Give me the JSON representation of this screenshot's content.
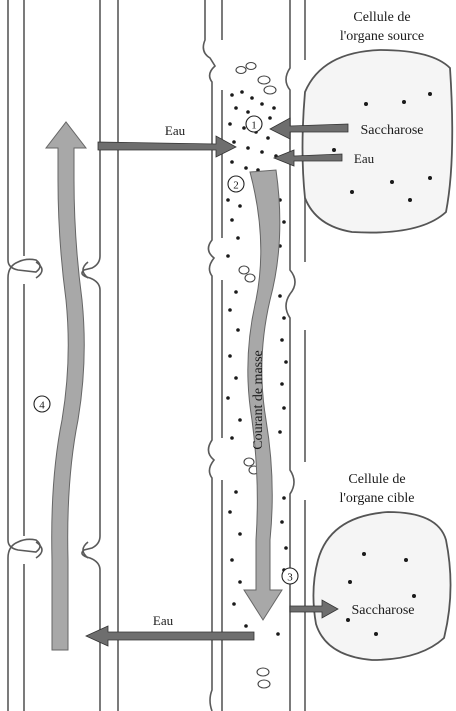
{
  "labels": {
    "source_cell": [
      "Cellule de",
      "l'organe source"
    ],
    "target_cell": [
      "Cellule de",
      "l'organe cible"
    ],
    "water_top": "Eau",
    "water_right": "Eau",
    "sucrose_top": "Saccharose",
    "sucrose_bottom": "Saccharose",
    "water_bottom": "Eau",
    "mass_flow": "Courant de masse",
    "step1": "1",
    "step2": "2",
    "step3": "3",
    "step4": "4"
  },
  "colors": {
    "arrow_dark": "#6e6e6e",
    "arrow_light": "#a8a8a8",
    "wall": "#5a5a5a"
  }
}
